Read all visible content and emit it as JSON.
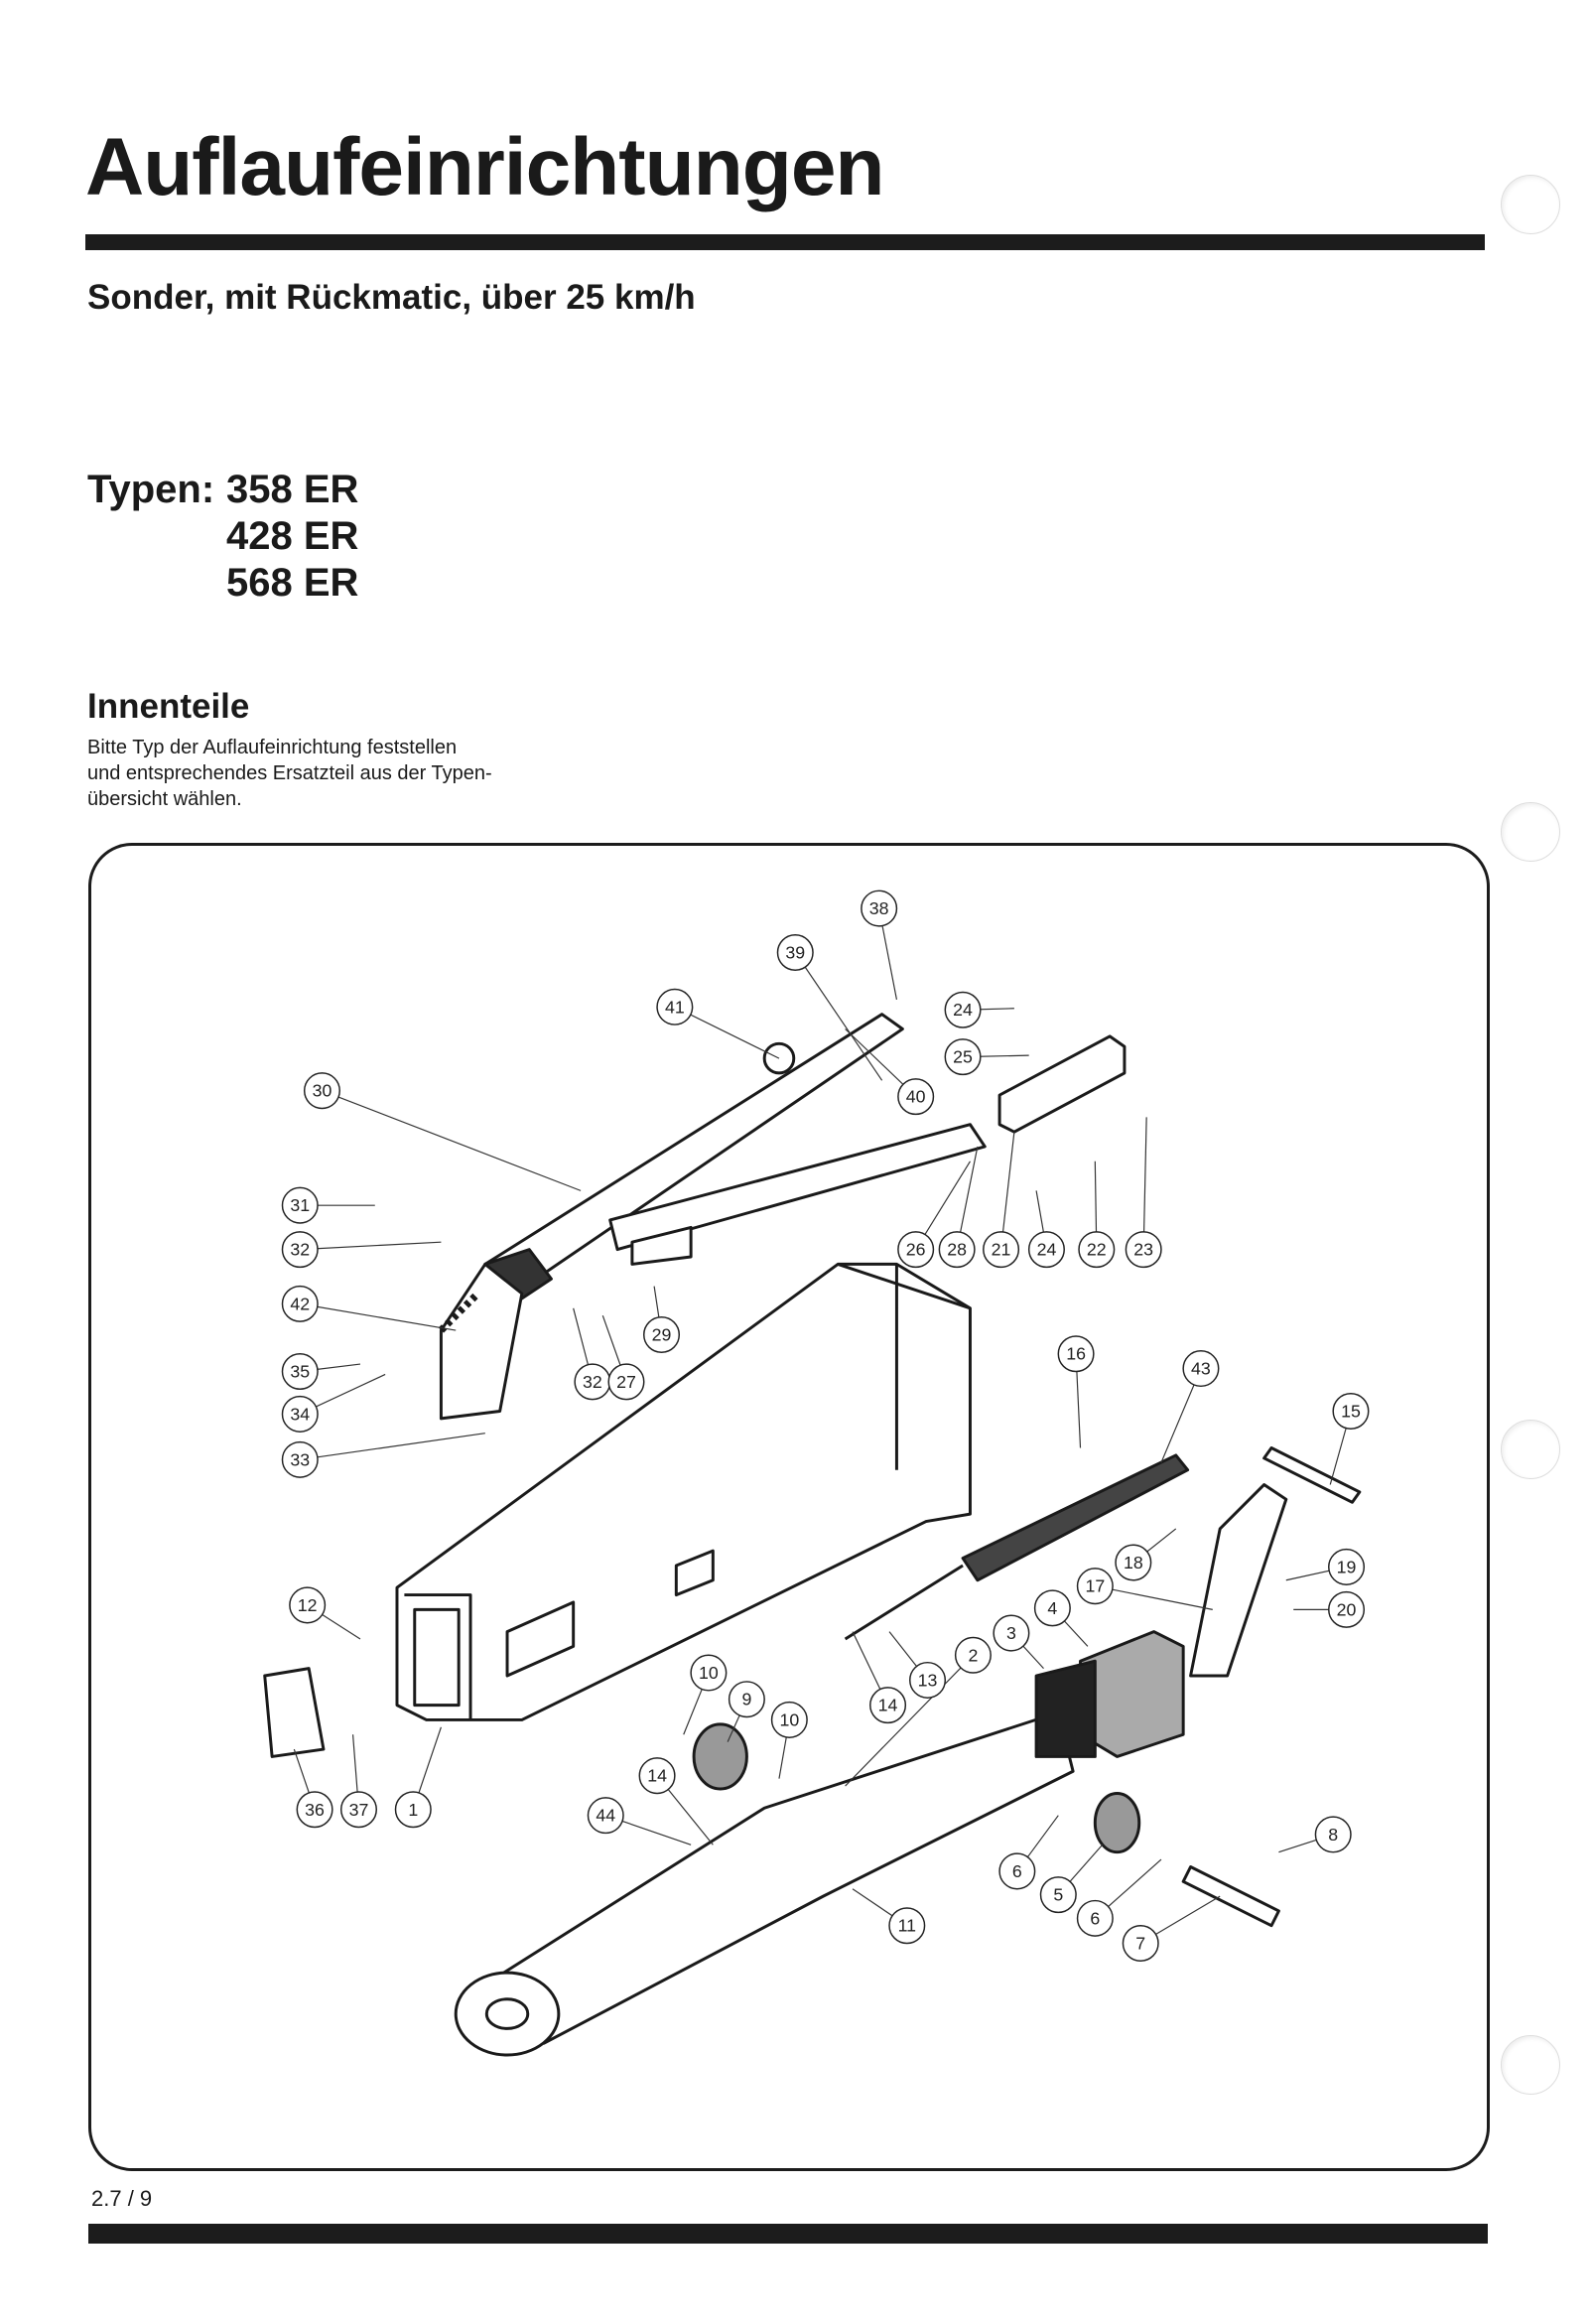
{
  "header": {
    "title": "Auflaufeinrichtungen",
    "subtitle": "Sonder, mit Rückmatic, über 25 km/h"
  },
  "types": {
    "label": "Typen:",
    "values": [
      "358 ER",
      "428 ER",
      "568 ER"
    ]
  },
  "section": {
    "heading": "Innenteile",
    "note_lines": [
      "Bitte Typ der Auflaufeinrichtung feststellen",
      "und entsprechendes Ersatzteil aus der Typen-",
      "übersicht wählen."
    ]
  },
  "diagram": {
    "callouts": [
      "38",
      "39",
      "41",
      "24",
      "25",
      "40",
      "30",
      "31",
      "32",
      "26",
      "28",
      "21",
      "24",
      "22",
      "23",
      "42",
      "29",
      "32",
      "27",
      "16",
      "43",
      "35",
      "34",
      "15",
      "33",
      "18",
      "19",
      "17",
      "20",
      "12",
      "4",
      "3",
      "2",
      "10",
      "9",
      "10",
      "13",
      "14",
      "14",
      "8",
      "44",
      "36",
      "37",
      "1",
      "6",
      "5",
      "6",
      "7",
      "11"
    ]
  },
  "footer": {
    "page_number": "2.7 / 9"
  }
}
